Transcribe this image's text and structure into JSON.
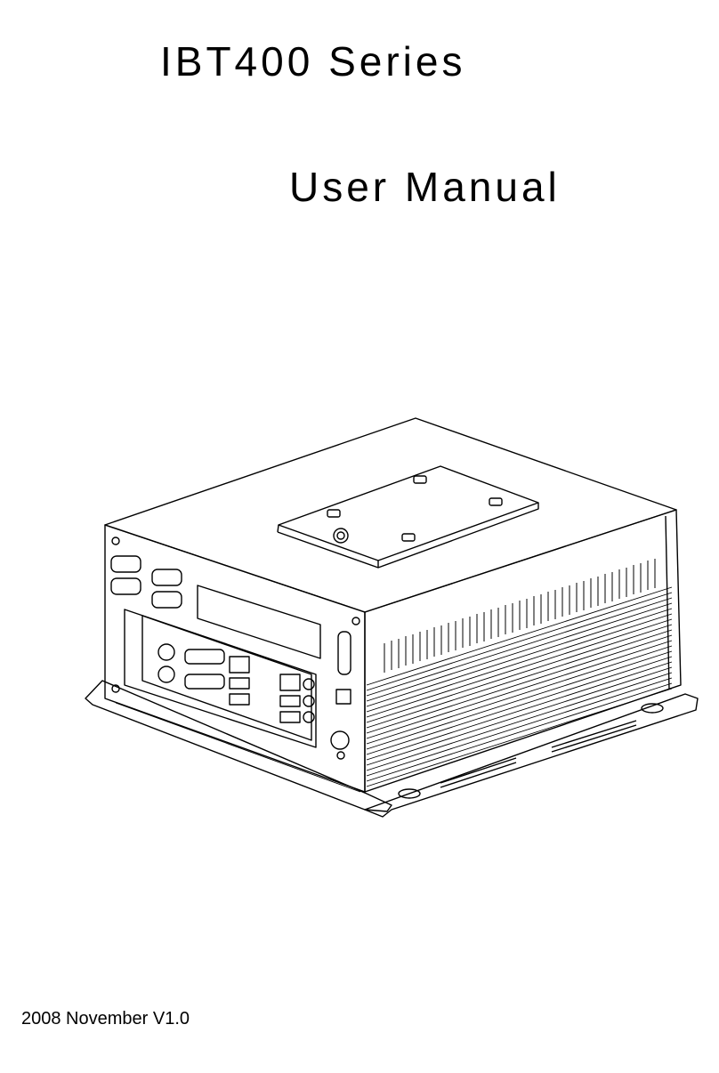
{
  "document": {
    "title": "IBT400 Series",
    "subtitle": "User Manual",
    "footer": "2008 November V1.0"
  }
}
